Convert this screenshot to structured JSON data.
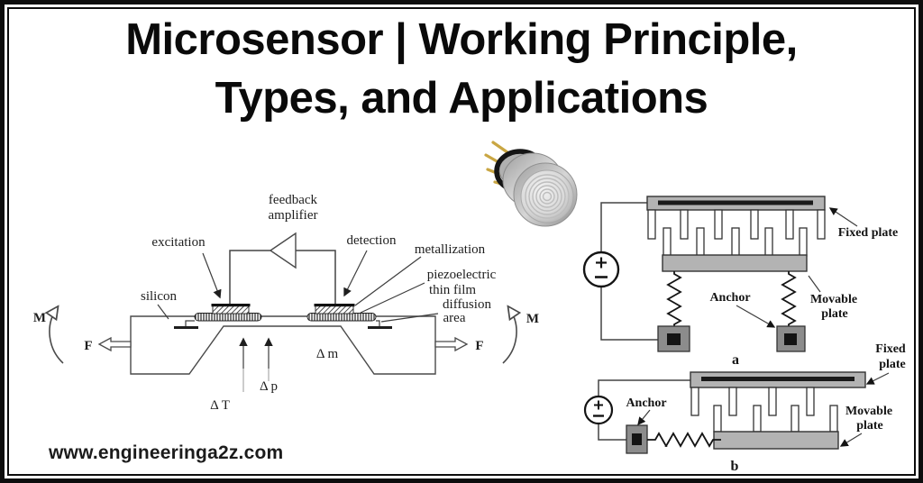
{
  "title": {
    "line1": "Microsensor | Working Principle,",
    "line2": "Types, and Applications"
  },
  "website": "www.engineeringa2z.com",
  "colors": {
    "border_black": "#0d0d0d",
    "plate_gray": "#b3b3b3",
    "stripe_black": "#1a1a1a",
    "anchor_gray": "#8c8c8c",
    "anchor_core_black": "#141414",
    "pin_gold": "#c9a643",
    "sensor_silver": "#c9c9c9"
  },
  "piezo": {
    "feedback_line1": "feedback",
    "feedback_line2": "amplifier",
    "excitation": "excitation",
    "silicon": "silicon",
    "detection": "detection",
    "metallization": "metallization",
    "piezo_line1": "piezoelectric",
    "piezo_line2": "thin film",
    "diffusion_line1": "diffusion",
    "diffusion_line2": "area",
    "moment_left": "M",
    "moment_right": "M",
    "force_left": "F",
    "force_right": "F",
    "delta_m": "Δ m",
    "delta_p": "Δ p",
    "delta_t": "Δ T"
  },
  "capacitive": {
    "a": {
      "fixed_plate": "Fixed plate",
      "anchor": "Anchor",
      "movable_line1": "Movable",
      "movable_line2": "plate",
      "caption": "a"
    },
    "b": {
      "fixed_line1": "Fixed",
      "fixed_line2": "plate",
      "anchor": "Anchor",
      "movable_line1": "Movable",
      "movable_line2": "plate",
      "caption": "b"
    }
  }
}
